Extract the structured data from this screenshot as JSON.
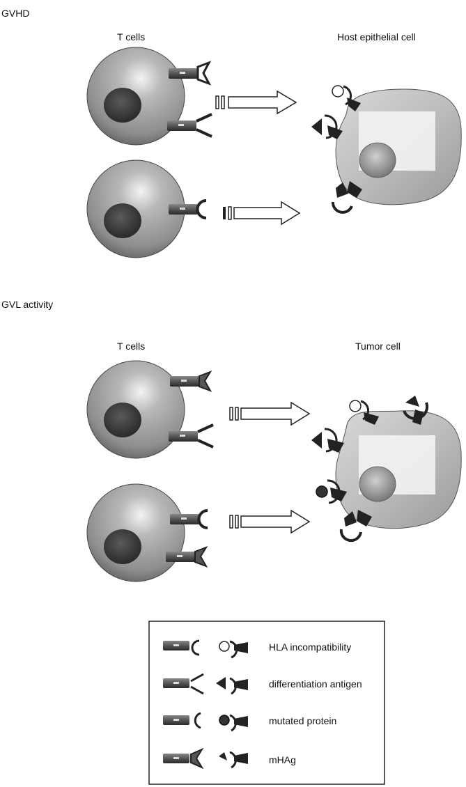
{
  "sections": {
    "gvhd": {
      "title": "GVHD",
      "t_cells_label": "T cells",
      "target_label": "Host epithelial cell"
    },
    "gvl": {
      "title": "GVL activity",
      "t_cells_label": "T cells",
      "target_label": "Tumor cell"
    }
  },
  "legend": {
    "items": [
      {
        "label": "HLA incompatibility",
        "receptor": "cup",
        "antigen": "open-circle"
      },
      {
        "label": "differentiation antigen",
        "receptor": "vee",
        "antigen": "triangle"
      },
      {
        "label": "mutated protein",
        "receptor": "round",
        "antigen": "dark-circle"
      },
      {
        "label": "mHAg",
        "receptor": "fork",
        "antigen": "fork-dark"
      }
    ]
  }
}
